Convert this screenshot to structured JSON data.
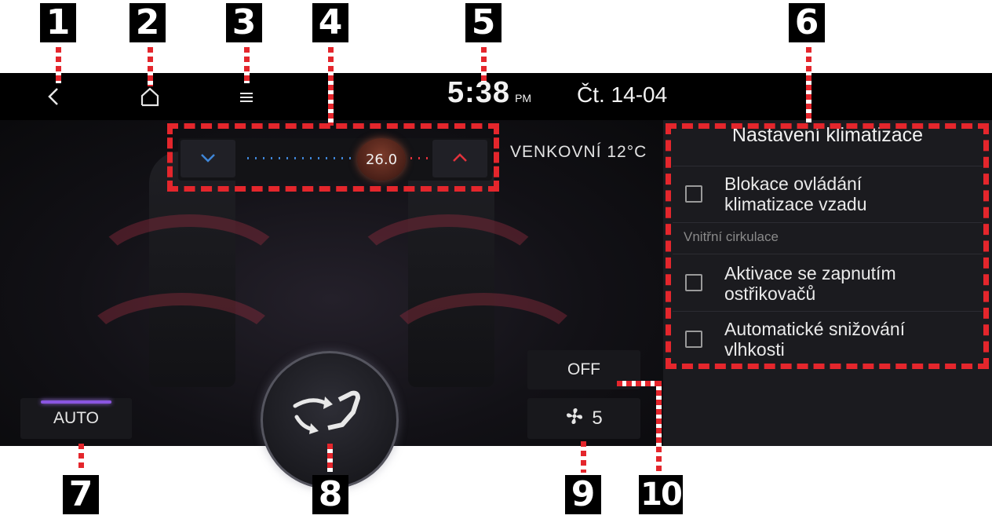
{
  "callouts": [
    "1",
    "2",
    "3",
    "4",
    "5",
    "6",
    "7",
    "8",
    "9",
    "10"
  ],
  "topbar": {
    "back_icon": "chevron-left-icon",
    "home_icon": "home-icon",
    "menu_icon": "menu-icon",
    "time": "5:38",
    "ampm": "PM",
    "date": "Čt. 14-04"
  },
  "climate": {
    "temperature": "26.0",
    "outside_label": "VENKOVNÍ",
    "outside_temp": "12°C",
    "auto_label": "AUTO",
    "off_label": "OFF",
    "fan_speed": "5",
    "fan_icon": "fan-icon",
    "mode_icon": "airflow-mode-icon"
  },
  "settings_panel": {
    "title": "Nastavení klimatizace",
    "options": [
      {
        "label_line1": "Blokace ovládání",
        "label_line2": "klimatizace vzadu",
        "checked": false
      },
      {
        "label_line1": "Aktivace se zapnutím",
        "label_line2": "ostřikovačů",
        "checked": false
      },
      {
        "label_line1": "Automatické snižování",
        "label_line2": "vlhkosti",
        "checked": false
      }
    ],
    "section_label": "Vnitřní cirkulace"
  },
  "colors": {
    "callout_red": "#e4262c",
    "temp_down_blue": "#3f86d8",
    "temp_up_red": "#e2323c",
    "auto_purple": "#8a55e0"
  }
}
